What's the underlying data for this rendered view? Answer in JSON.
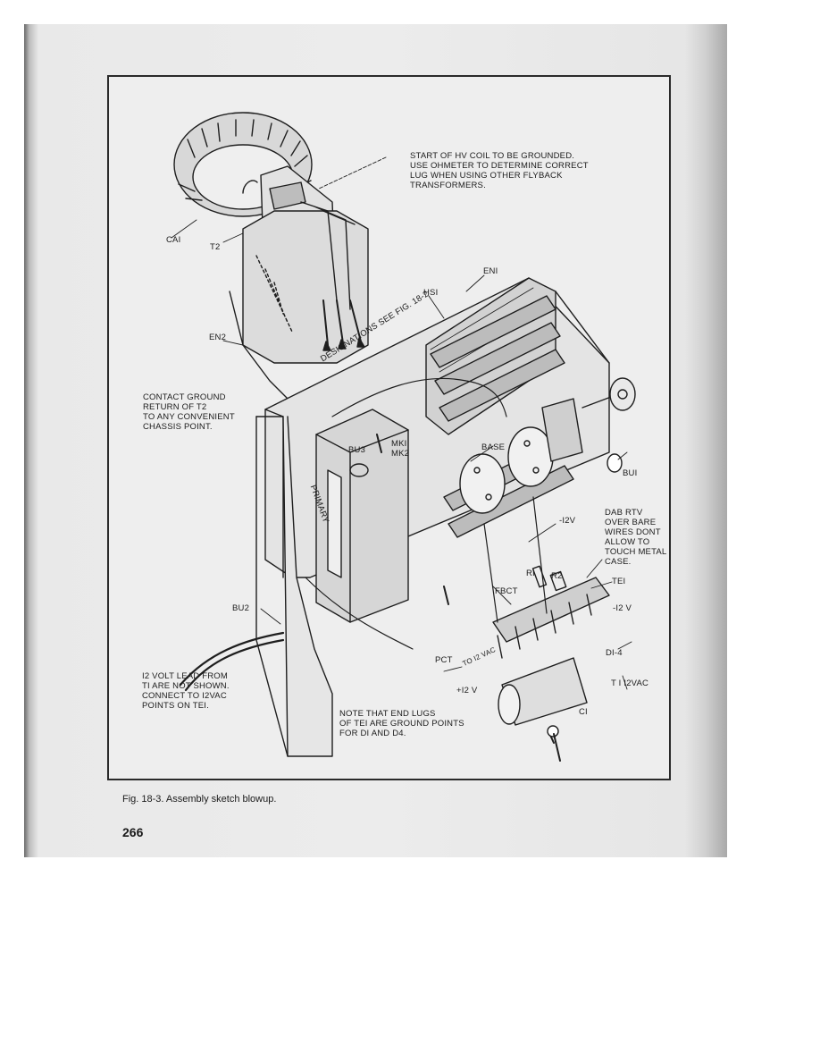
{
  "figure": {
    "caption": "Fig. 18-3. Assembly sketch blowup.",
    "page_number": "266"
  },
  "labels": {
    "cai": "CAI",
    "t2": "T2",
    "en2": "EN2",
    "eni": "ENI",
    "hsi": "HSI",
    "bu3": "BU3",
    "mki": "MKI",
    "mk2": "MK2",
    "base": "BASE",
    "bui": "BUI",
    "primary": "PRIMARY",
    "bu2": "BU2",
    "ri": "RI",
    "r2": "R2",
    "fbct": "FBCT",
    "tei": "TEI",
    "minus12v_upper": "-I2V",
    "minus12v_lower": "-I2 V",
    "di4": "DI-4",
    "ti12vac": "T I  I2VAC",
    "pct": "PCT",
    "to12vac": "TO I2 VAC",
    "plus12v": "+I2 V",
    "ci": "CI",
    "designations": "DESIGNATIONS SEE FIG. 18-2"
  },
  "notes": {
    "hv_coil": [
      "START OF HV COIL TO BE GROUNDED.",
      "USE OHMETER TO DETERMINE CORRECT",
      "LUG WHEN USING OTHER FLYBACK",
      "TRANSFORMERS."
    ],
    "contact_ground": [
      "CONTACT GROUND",
      "RETURN OF T2",
      "TO ANY CONVENIENT",
      "CHASSIS POINT."
    ],
    "dab_rtv": [
      "DAB RTV",
      "OVER BARE",
      "WIRES DONT",
      "ALLOW TO",
      "TOUCH METAL",
      "CASE."
    ],
    "twelve_volt_lead": [
      "I2 VOLT LEAD FROM",
      "TI ARE NOT SHOWN.",
      "CONNECT TO I2VAC",
      "POINTS ON TEI."
    ],
    "end_lugs": [
      "NOTE THAT END LUGS",
      "OF TEI ARE GROUND POINTS",
      "FOR DI AND D4."
    ]
  }
}
